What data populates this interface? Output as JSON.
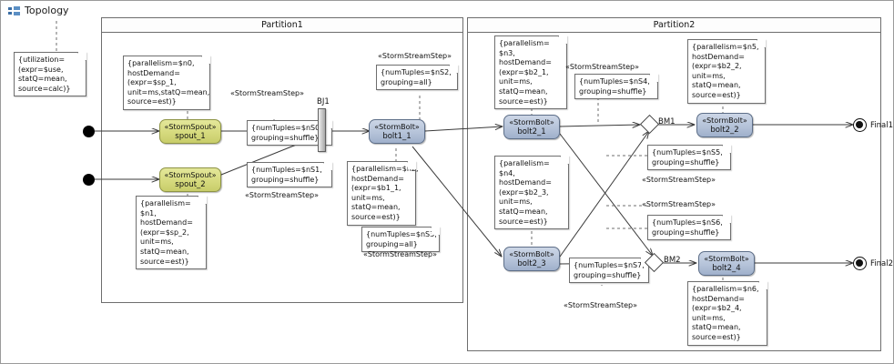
{
  "title": {
    "text": "Topology",
    "icon": "diagram-icon"
  },
  "colors": {
    "spout_fill": "#d6da7e",
    "spout_border": "#8e9445",
    "bolt_fill": "#b5c3d9",
    "bolt_border": "#5d6e88",
    "frame_border": "#6e6e6e",
    "edge": "#3a3a3a"
  },
  "partitions": [
    {
      "id": "partition1",
      "label": "Partition1"
    },
    {
      "id": "partition2",
      "label": "Partition2"
    }
  ],
  "nodes": [
    {
      "id": "spout_1",
      "stereotype": "«StormSpout»",
      "name": "spout_1",
      "kind": "spout"
    },
    {
      "id": "spout_2",
      "stereotype": "«StormSpout»",
      "name": "spout_2",
      "kind": "spout"
    },
    {
      "id": "bolt1_1",
      "stereotype": "«StormBolt»",
      "name": "bolt1_1",
      "kind": "bolt"
    },
    {
      "id": "bolt2_1",
      "stereotype": "«StormBolt»",
      "name": "bolt2_1",
      "kind": "bolt"
    },
    {
      "id": "bolt2_3",
      "stereotype": "«StormBolt»",
      "name": "bolt2_3",
      "kind": "bolt"
    },
    {
      "id": "bolt2_2",
      "stereotype": "«StormBolt»",
      "name": "bolt2_2",
      "kind": "bolt"
    },
    {
      "id": "bolt2_4",
      "stereotype": "«StormBolt»",
      "name": "bolt2_4",
      "kind": "bolt"
    }
  ],
  "control_nodes": [
    {
      "id": "join_bj1",
      "label": "BJ1",
      "type": "join-bar"
    },
    {
      "id": "merge_bm1",
      "label": "BM1",
      "type": "merge-diamond"
    },
    {
      "id": "merge_bm2",
      "label": "BM2",
      "type": "merge-diamond"
    },
    {
      "id": "final_1",
      "label": "Final1",
      "type": "final"
    },
    {
      "id": "final_2",
      "label": "Final2",
      "type": "final"
    }
  ],
  "notes": {
    "utilization": "{utilization=\n(expr=$use,\nstatQ=mean,\nsource=calc)}",
    "spout_1_props": "{parallelism=$n0,\nhostDemand=\n(expr=$sp_1,\nunit=ms,statQ=mean,\nsource=est)}",
    "spout_2_props": "{parallelism=\n$n1,\nhostDemand=\n(expr=$sp_2,\nunit=ms,\nstatQ=mean,\nsource=est)}",
    "bolt1_1_props": "{parallelism=$n2,\nhostDemand=\n(expr=$b1_1,\nunit=ms,\nstatQ=mean,\nsource=est)}",
    "bolt2_1_props": "{parallelism=\n$n3,\nhostDemand=\n(expr=$b2_1,\nunit=ms,\nstatQ=mean,\nsource=est)}",
    "bolt2_3_props": "{parallelism=\n$n4,\nhostDemand=\n(expr=$b2_3,\nunit=ms,\nstatQ=mean,\nsource=est)}",
    "bolt2_2_props": "{parallelism=$n5,\nhostDemand=\n(expr=$b2_2,\nunit=ms,\nstatQ=mean,\nsource=est)}",
    "bolt2_4_props": "{parallelism=$n6,\nhostDemand=\n(expr=$b2_4,\nunit=ms,\nstatQ=mean,\nsource=est)}",
    "stream_nS0": "{numTuples=$nS0,\ngrouping=shuffle}",
    "stream_nS1": "{numTuples=$nS1,\ngrouping=shuffle}",
    "stream_nS2": "{numTuples=$nS2,\ngrouping=all}",
    "stream_nS3": "{numTuples=$nS3,\ngrouping=all}",
    "stream_nS4": "{numTuples=$nS4,\ngrouping=shuffle}",
    "stream_nS5": "{numTuples=$nS5,\ngrouping=shuffle}",
    "stream_nS6": "{numTuples=$nS6,\ngrouping=shuffle}",
    "stream_nS7": "{numTuples=$nS7,\ngrouping=shuffle}"
  },
  "stereotype_labels": {
    "s0": "«StormStreamStep»",
    "s1": "«StormStreamStep»",
    "s2": "«StormStreamStep»",
    "s3": "«StormStreamStep»",
    "s4": "«StormStreamStep»",
    "s5": "«StormStreamStep»",
    "s6": "«StormStreamStep»",
    "s7": "«StormStreamStep»"
  }
}
